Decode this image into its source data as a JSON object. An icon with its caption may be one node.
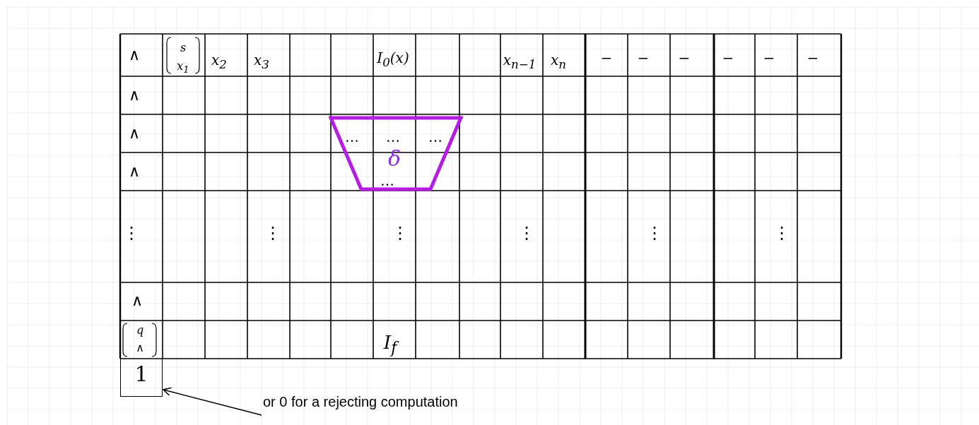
{
  "diagram": {
    "nodes": [
      {
        "text": [
          "δ"
        ]
      },
      {
        "text": [
          "1"
        ]
      },
      {
        "text": [
          "or 0 for a rejecting computation"
        ]
      }
    ],
    "edges": [
      {
        "from": 2,
        "to": 1,
        "arrow": "to"
      }
    ],
    "labels": [
      "∧",
      "s",
      "x$_{1}$",
      "x$_{2}$",
      "x$_{3}$",
      "I$_{0}$(x)",
      "x$_{n−1}$",
      "x$_{n}$",
      "−",
      "−",
      "−",
      "−",
      "−",
      "−",
      "∧",
      "∧",
      "…",
      "…",
      "…",
      "∧",
      "…",
      "⋮",
      "⋮",
      "⋮",
      "⋮",
      "⋮",
      "⋮",
      "∧",
      "q",
      "∧",
      "I$_{f}$"
    ]
  }
}
